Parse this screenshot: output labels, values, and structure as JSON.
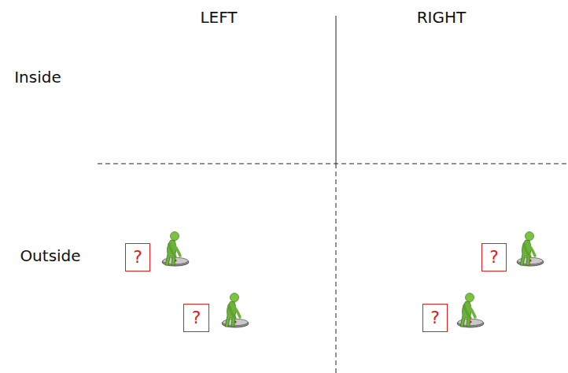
{
  "diagram": {
    "nodes": [
      {
        "text": [
          "?"
        ]
      },
      {
        "text": [
          "?"
        ]
      },
      {
        "text": [
          "?"
        ]
      },
      {
        "text": [
          "?"
        ]
      }
    ],
    "labels": [
      "LEFT",
      "RIGHT",
      "Inside",
      "Outside"
    ]
  }
}
